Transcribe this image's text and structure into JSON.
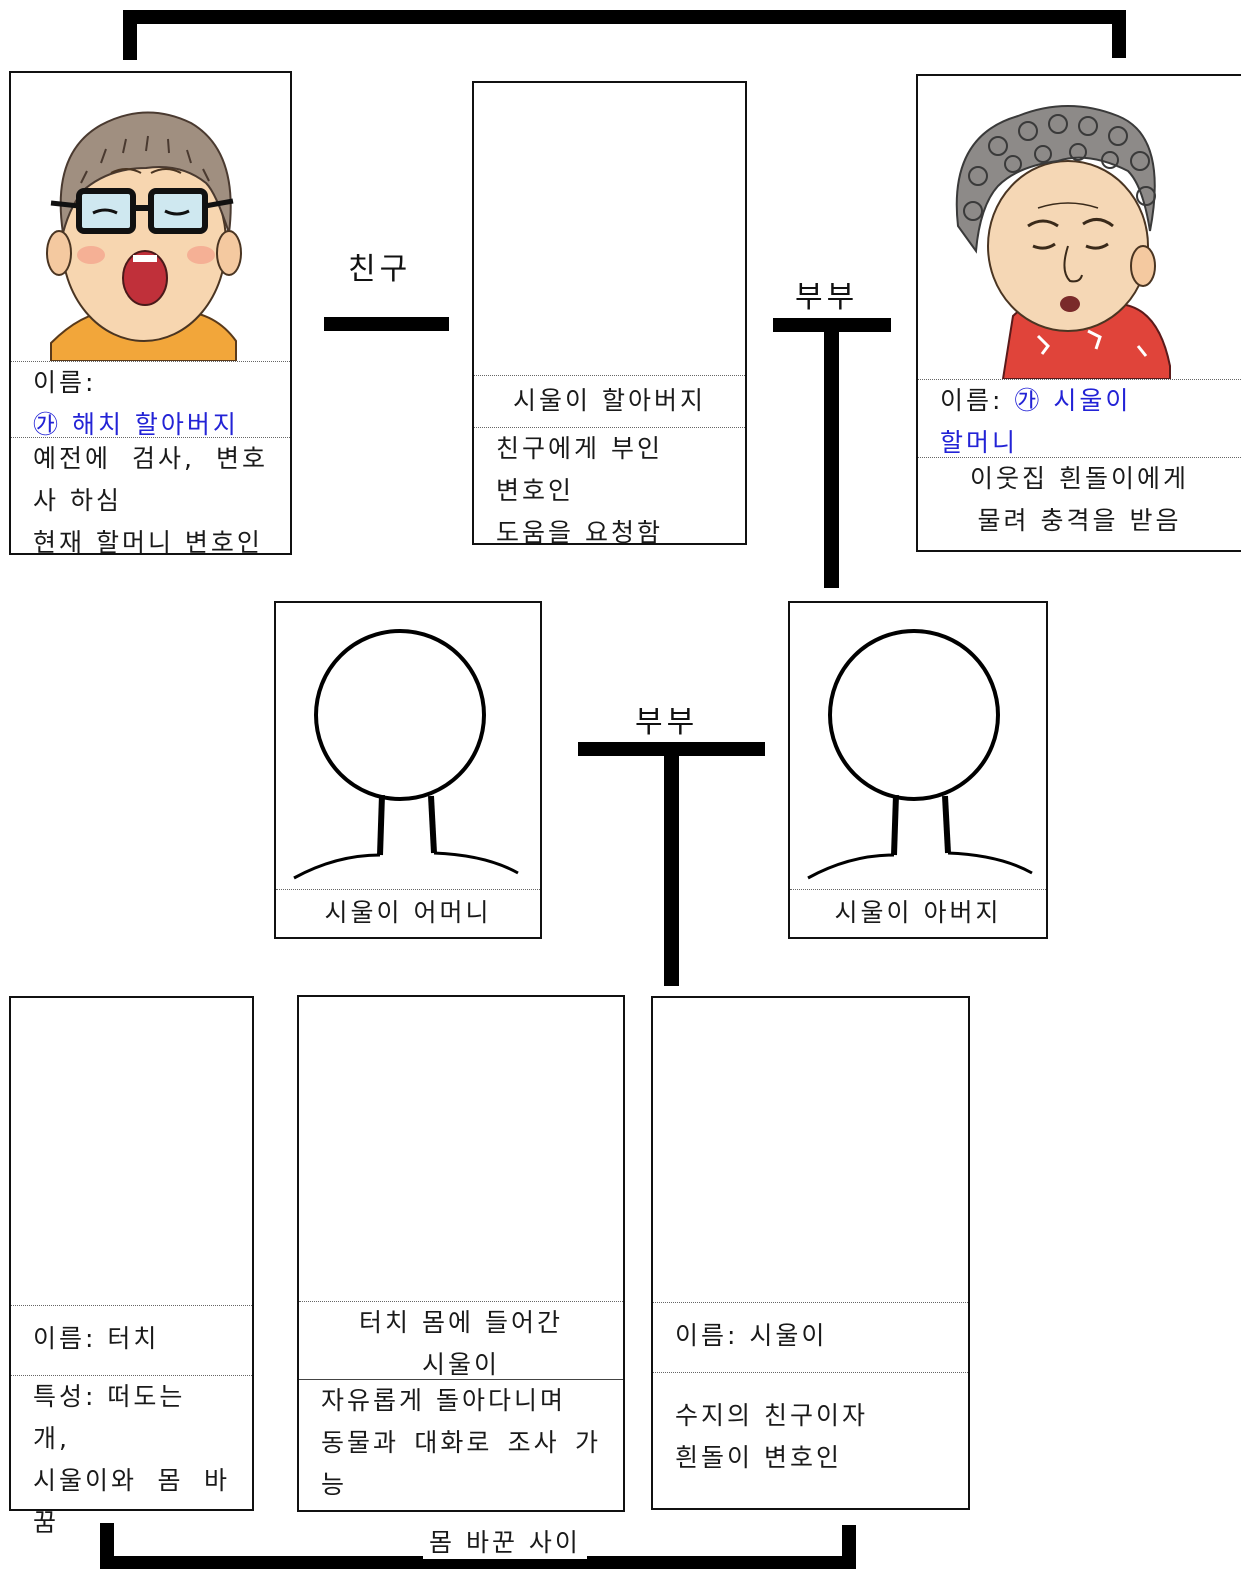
{
  "relations": {
    "friend": "친구",
    "couple_top": "부부",
    "couple_middle": "부부",
    "body_swap": "몸 바꾼 사이"
  },
  "grandfather_haechi": {
    "name_label": "이름:",
    "name_example": "㉮ 해치 할아버지",
    "desc_line1_a": "예전에",
    "desc_line1_b": "검사,",
    "desc_line1_c": "변호",
    "desc_line2": "사 하심",
    "desc_line3": "현재 할머니 변호인"
  },
  "grandfather_siul": {
    "title": "시울이 할아버지",
    "desc_line1": "친구에게 부인",
    "desc_line2": "변호인",
    "desc_line3": "도움을 요청함"
  },
  "grandmother_siul": {
    "name_label": "이름:",
    "name_example_a": "㉮ 시울이",
    "name_example_b": "할머니",
    "desc_line1": "이웃집 흰돌이에게",
    "desc_line2": "물려 충격을 받음"
  },
  "siul_mother": {
    "title": "시울이 어머니"
  },
  "siul_father": {
    "title": "시울이 아버지"
  },
  "touch": {
    "name": "이름: 터치",
    "desc_line1": "특성: 떠도는 개,",
    "desc_line2_a": "시울이와",
    "desc_line2_b": "몸",
    "desc_line2_c": "바",
    "desc_line3": "꿈"
  },
  "siul_in_touch": {
    "title_line1": "터치 몸에 들어간",
    "title_line2": "시울이",
    "desc_line1": "자유롭게 돌아다니며",
    "desc_line2_a": "동물과",
    "desc_line2_b": "대화로",
    "desc_line2_c": "조사",
    "desc_line2_d": "가",
    "desc_line3": "능"
  },
  "siul": {
    "name": "이름: 시울이",
    "desc_line1": "수지의 친구이자",
    "desc_line2": "흰돌이 변호인"
  }
}
